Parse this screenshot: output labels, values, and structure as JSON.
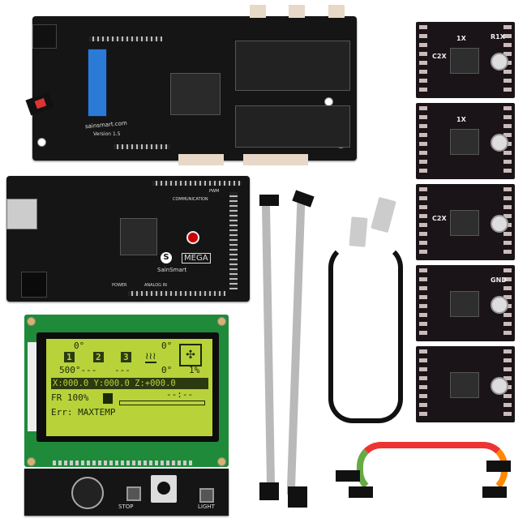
{
  "ramps_board": {
    "url_text": "sainsmart.com",
    "version": "Version 1.5"
  },
  "mega_board": {
    "model": "MEGA",
    "brand": "SainSmart",
    "header_labels": [
      "COMMUNICATION",
      "POWER",
      "ANALOG IN",
      "PWM"
    ]
  },
  "lcd": {
    "temps_top": [
      "0°",
      "0°"
    ],
    "extruder_icons": [
      "1",
      "2",
      "3"
    ],
    "temps_bottom": [
      "500°---",
      "---",
      "0°",
      "1%"
    ],
    "position_line": "X:000.0 Y:000.0 Z:+000.0",
    "feedrate": "FR 100%",
    "time": "--:--",
    "progress": 0,
    "status": "Err: MAXTEMP",
    "buttons": {
      "stop": "STOP",
      "light": "LIGHT"
    },
    "screen_color": "#b8d23a"
  },
  "drivers": {
    "count": 5,
    "labels": [
      "C2X",
      "1X",
      "GND",
      "R1X"
    ]
  },
  "colors": {
    "pcb": "#151515",
    "lcd_pcb": "#1f8a3a",
    "ribbon": "#b9b9b9"
  }
}
